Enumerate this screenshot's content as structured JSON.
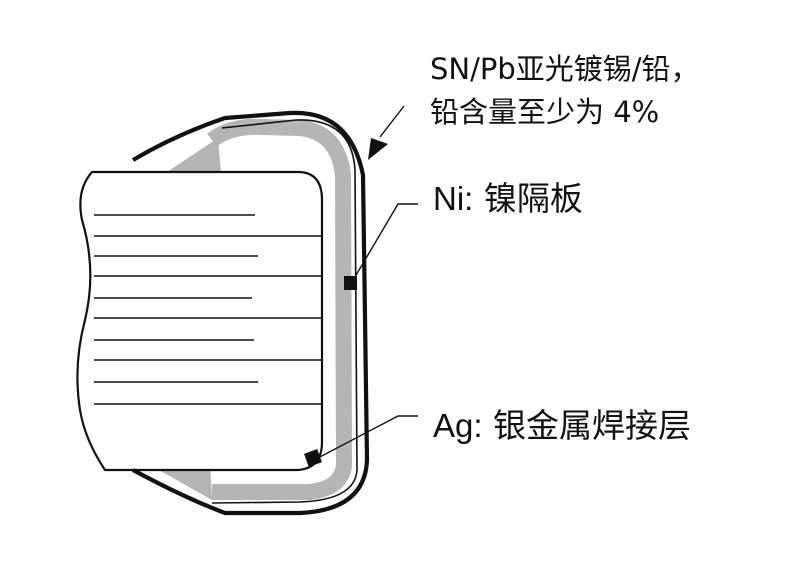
{
  "labels": {
    "tin": {
      "line1": "SN/Pb亚光镀锡/铅，",
      "line2": "铅含量至少为 4%"
    },
    "nickel": {
      "symbol": "Ni:",
      "text": "镍隔板"
    },
    "silver": {
      "symbol": "Ag:",
      "text": "银金属焊接层"
    }
  },
  "colors": {
    "outline": "#111111",
    "plating": "#b5b5b5",
    "body_fill": "#ffffff",
    "marker": "#111111"
  }
}
